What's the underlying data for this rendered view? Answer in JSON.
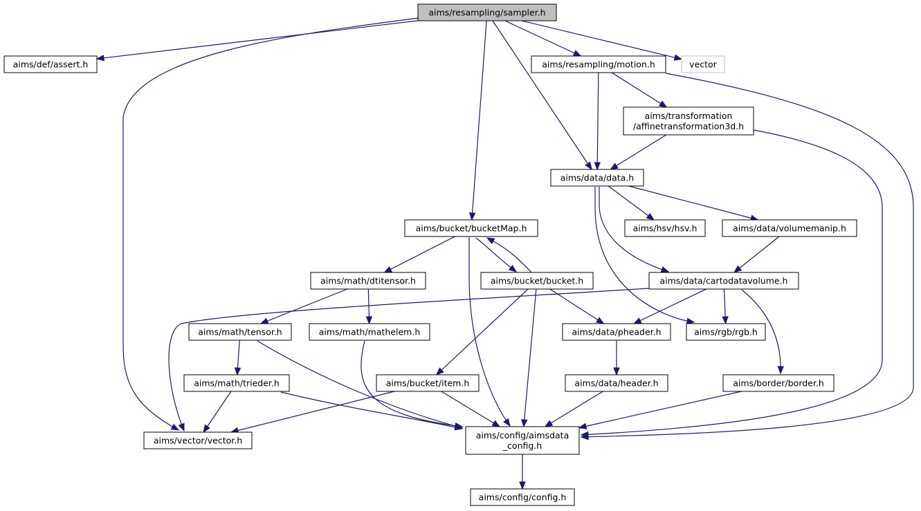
{
  "colors": {
    "edge": "#191970",
    "root_fill": "#bfbfbf",
    "node_fill": "#ffffff",
    "node_border": "#000000",
    "external_border": "#bfbfbf"
  },
  "nodes": {
    "sampler": {
      "lines": [
        "aims/resampling/sampler.h"
      ],
      "kind": "root"
    },
    "assert": {
      "lines": [
        "aims/def/assert.h"
      ]
    },
    "motion": {
      "lines": [
        "aims/resampling/motion.h"
      ]
    },
    "vector_std": {
      "lines": [
        "vector"
      ],
      "kind": "external"
    },
    "affine": {
      "lines": [
        "aims/transformation",
        "/affinetransformation3d.h"
      ]
    },
    "data": {
      "lines": [
        "aims/data/data.h"
      ]
    },
    "bucketmap": {
      "lines": [
        "aims/bucket/bucketMap.h"
      ]
    },
    "hsv": {
      "lines": [
        "aims/hsv/hsv.h"
      ]
    },
    "volumemanip": {
      "lines": [
        "aims/data/volumemanip.h"
      ]
    },
    "dtitensor": {
      "lines": [
        "aims/math/dtitensor.h"
      ]
    },
    "bucket": {
      "lines": [
        "aims/bucket/bucket.h"
      ]
    },
    "cartodatavolume": {
      "lines": [
        "aims/data/cartodatavolume.h"
      ]
    },
    "tensor": {
      "lines": [
        "aims/math/tensor.h"
      ]
    },
    "mathelem": {
      "lines": [
        "aims/math/mathelem.h"
      ]
    },
    "pheader": {
      "lines": [
        "aims/data/pheader.h"
      ]
    },
    "rgb": {
      "lines": [
        "aims/rgb/rgb.h"
      ]
    },
    "trieder": {
      "lines": [
        "aims/math/trieder.h"
      ]
    },
    "item": {
      "lines": [
        "aims/bucket/item.h"
      ]
    },
    "header": {
      "lines": [
        "aims/data/header.h"
      ]
    },
    "border": {
      "lines": [
        "aims/border/border.h"
      ]
    },
    "vectorh": {
      "lines": [
        "aims/vector/vector.h"
      ]
    },
    "aimsdata_config": {
      "lines": [
        "aims/config/aimsdata",
        "_config.h"
      ]
    },
    "config": {
      "lines": [
        "aims/config/config.h"
      ]
    }
  },
  "edges": [
    [
      "sampler",
      "assert"
    ],
    [
      "sampler",
      "motion"
    ],
    [
      "sampler",
      "vector_std"
    ],
    [
      "sampler",
      "data"
    ],
    [
      "sampler",
      "bucketmap"
    ],
    [
      "sampler",
      "vectorh"
    ],
    [
      "motion",
      "affine"
    ],
    [
      "motion",
      "data"
    ],
    [
      "motion",
      "aimsdata_config"
    ],
    [
      "affine",
      "data"
    ],
    [
      "affine",
      "aimsdata_config"
    ],
    [
      "data",
      "hsv"
    ],
    [
      "data",
      "volumemanip"
    ],
    [
      "data",
      "cartodatavolume"
    ],
    [
      "data",
      "rgb"
    ],
    [
      "volumemanip",
      "cartodatavolume"
    ],
    [
      "bucketmap",
      "dtitensor"
    ],
    [
      "bucketmap",
      "bucket"
    ],
    [
      "bucketmap",
      "aimsdata_config"
    ],
    [
      "bucket",
      "bucketmap"
    ],
    [
      "bucket",
      "pheader"
    ],
    [
      "bucket",
      "item"
    ],
    [
      "bucket",
      "aimsdata_config"
    ],
    [
      "dtitensor",
      "tensor"
    ],
    [
      "dtitensor",
      "mathelem"
    ],
    [
      "cartodatavolume",
      "vectorh"
    ],
    [
      "cartodatavolume",
      "pheader"
    ],
    [
      "cartodatavolume",
      "rgb"
    ],
    [
      "cartodatavolume",
      "border"
    ],
    [
      "tensor",
      "trieder"
    ],
    [
      "tensor",
      "aimsdata_config"
    ],
    [
      "mathelem",
      "aimsdata_config"
    ],
    [
      "trieder",
      "vectorh"
    ],
    [
      "trieder",
      "aimsdata_config"
    ],
    [
      "item",
      "vectorh"
    ],
    [
      "item",
      "aimsdata_config"
    ],
    [
      "pheader",
      "header"
    ],
    [
      "header",
      "aimsdata_config"
    ],
    [
      "border",
      "aimsdata_config"
    ],
    [
      "aimsdata_config",
      "config"
    ]
  ]
}
